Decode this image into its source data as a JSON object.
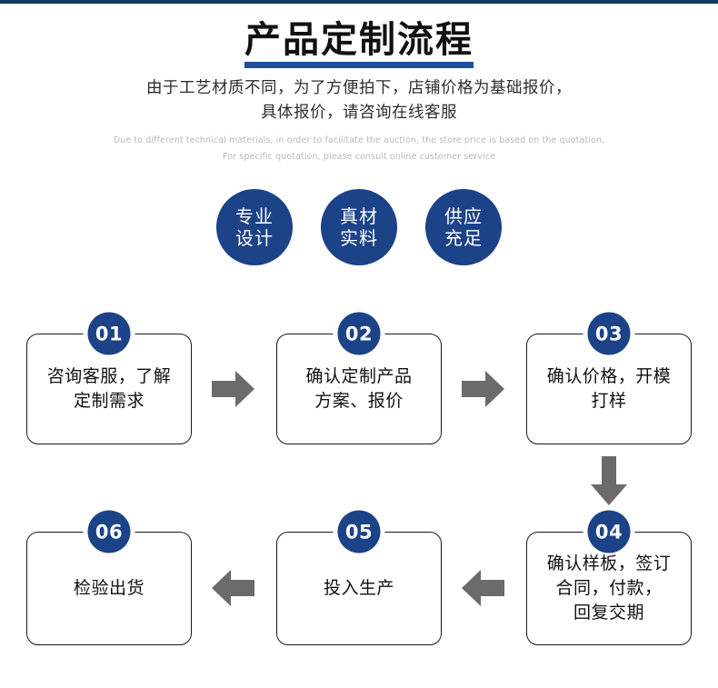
{
  "theme": {
    "topbar_color": "#123a5e",
    "accent_blue": "#1c4287",
    "underline_blue": "#1f4e9c",
    "arrow_gray": "#6b6b6b",
    "text_dark": "#111111",
    "en_text_gray": "#b9b9b9"
  },
  "header": {
    "title": "产品定制流程",
    "subtitle_cn_line1": "由于工艺材质不同，为了方便拍下，店铺价格为基础报价，",
    "subtitle_cn_line2": "具体报价，请咨询在线客服",
    "subtitle_en_line1": "Due to different technical materials, in order to facilitate the auction, the store price is based on the quotation,",
    "subtitle_en_line2": "For specific quotation, please consult online customer service"
  },
  "badges": [
    {
      "line1": "专业",
      "line2": "设计"
    },
    {
      "line1": "真材",
      "line2": "实料"
    },
    {
      "line1": "供应",
      "line2": "充足"
    }
  ],
  "steps": [
    {
      "number": "01",
      "lines": [
        "咨询客服，了解",
        "定制需求"
      ]
    },
    {
      "number": "02",
      "lines": [
        "确认定制产品",
        "方案、报价"
      ]
    },
    {
      "number": "03",
      "lines": [
        "确认价格，开模",
        "打样"
      ]
    },
    {
      "number": "04",
      "lines": [
        "确认样板，签订",
        "合同，付款，",
        "回复交期"
      ]
    },
    {
      "number": "05",
      "lines": [
        "投入生产"
      ]
    },
    {
      "number": "06",
      "lines": [
        "检验出货"
      ]
    }
  ],
  "arrows": [
    {
      "name": "arrow-01-to-02",
      "direction": "right"
    },
    {
      "name": "arrow-02-to-03",
      "direction": "right"
    },
    {
      "name": "arrow-03-to-04",
      "direction": "down"
    },
    {
      "name": "arrow-04-to-05",
      "direction": "left"
    },
    {
      "name": "arrow-05-to-06",
      "direction": "left"
    }
  ]
}
